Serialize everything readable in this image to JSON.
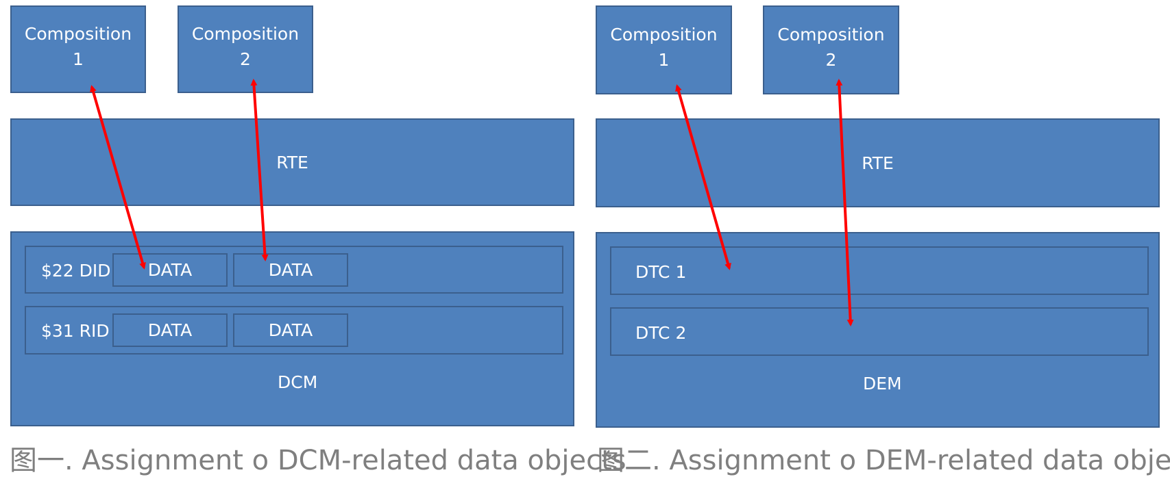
{
  "left": {
    "composition1": "Composition\n1",
    "composition2": "Composition\n2",
    "rte": "RTE",
    "did_label": "$22 DID",
    "rid_label": "$31 RID",
    "data_cell": "DATA",
    "module": "DCM",
    "caption": "图一. Assignment o DCM-related data objects"
  },
  "right": {
    "composition1": "Composition\n1",
    "composition2": "Composition\n2",
    "rte": "RTE",
    "dtc1": "DTC 1",
    "dtc2": "DTC 2",
    "module": "DEM",
    "caption": "图二. Assignment o DEM-related data objects"
  },
  "colors": {
    "box_fill": "#4f81bd",
    "box_border": "#3b5f8d",
    "arrow": "#ff0000",
    "caption": "#7f7f7f"
  }
}
